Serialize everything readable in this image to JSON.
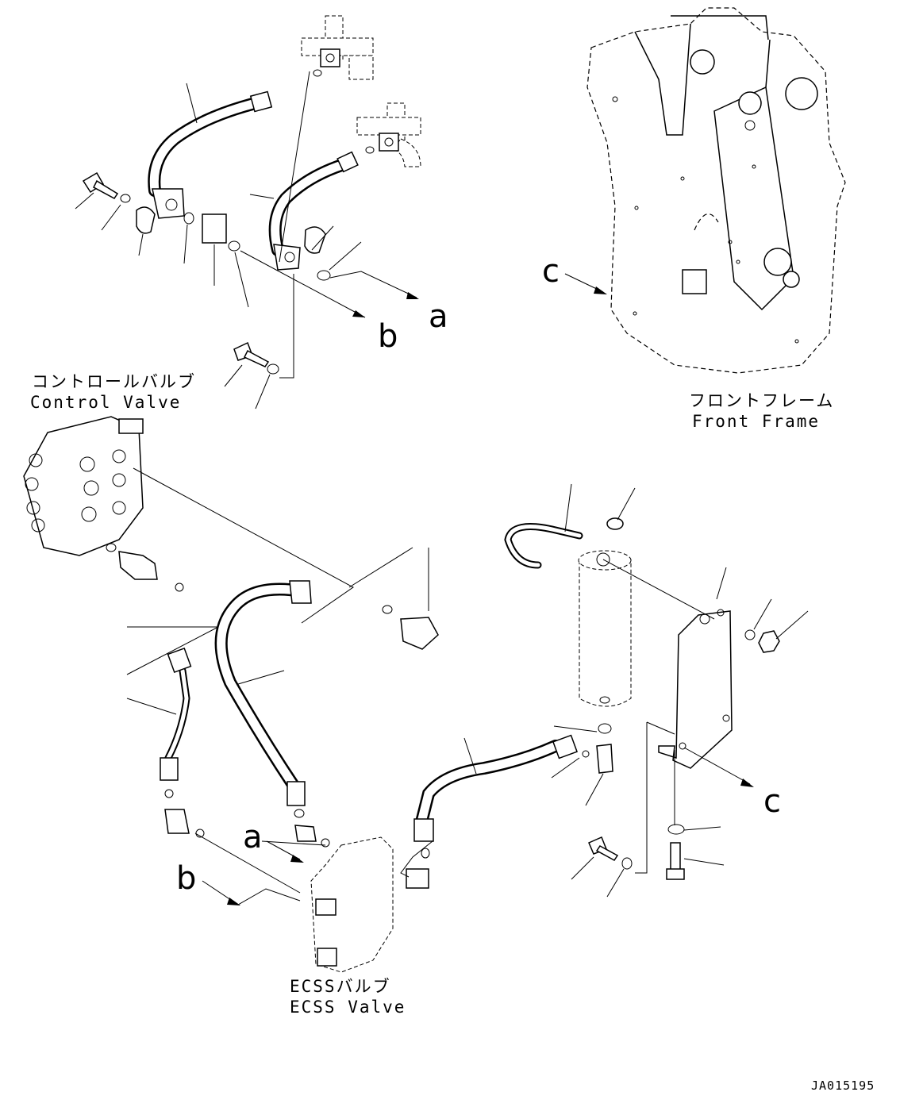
{
  "labels": {
    "control_valve_jp": "コントロールバルブ",
    "control_valve_en": "Control Valve",
    "front_frame_jp": "フロントフレーム",
    "front_frame_en": "Front Frame",
    "ecss_valve_jp": "ECSSバルブ",
    "ecss_valve_en": "ECSS Valve"
  },
  "connection_letters": {
    "a_top": "a",
    "b_top": "b",
    "c_top": "c",
    "a_bottom": "a",
    "b_bottom": "b",
    "c_bottom": "c"
  },
  "drawing_code": "JA015195"
}
